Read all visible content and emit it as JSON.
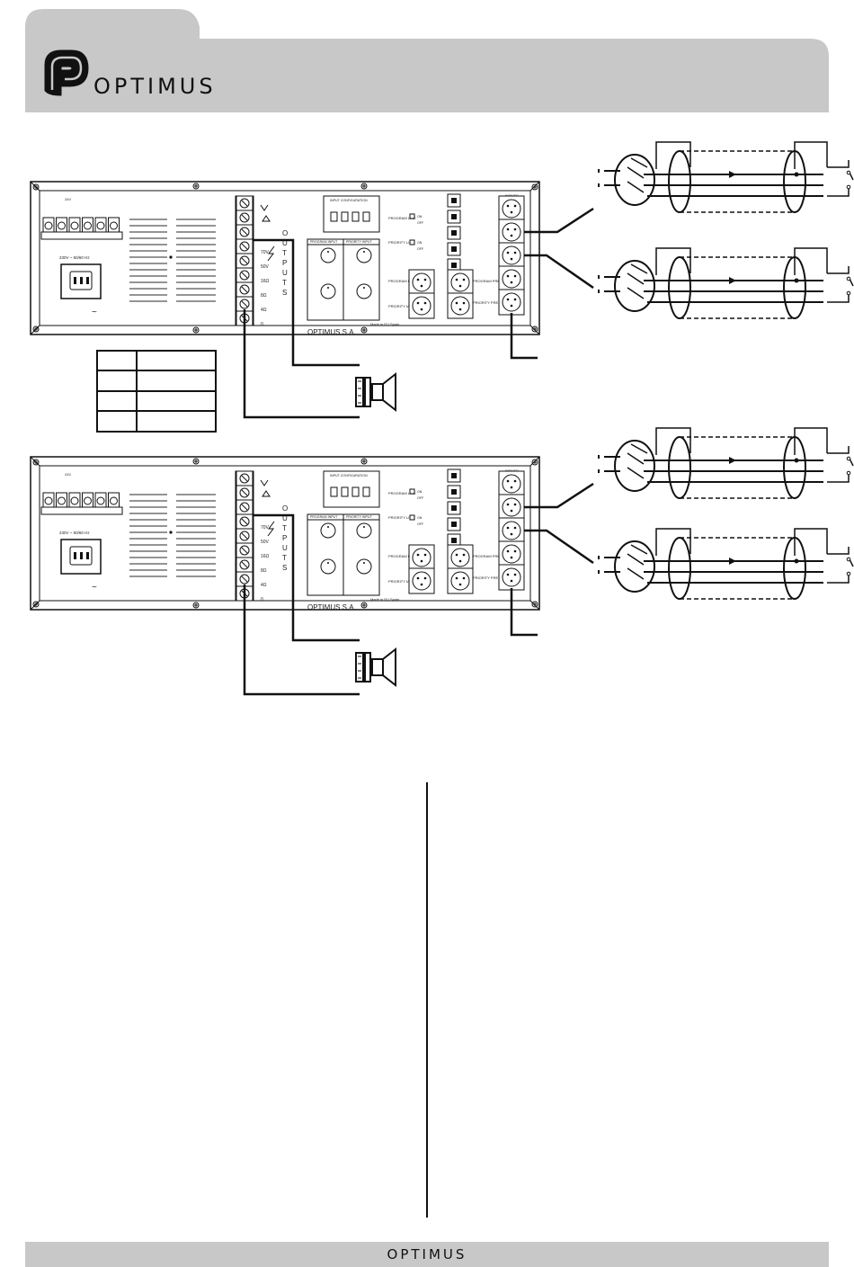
{
  "header": {
    "brand": "OPTIMUS"
  },
  "footer": {
    "brand": "OPTIMUS"
  },
  "amplifier": {
    "maker": "OPTIMUS S.A.",
    "made_in": "Made in EU Spain",
    "power_label": "230V ~ 50/60 Hz",
    "dc_label": "24V",
    "outputs_word": "OUTPUTS",
    "output_taps": [
      "70V",
      "50V",
      "16Ω",
      "8Ω",
      "4Ω",
      "0"
    ],
    "input_configuration": "INPUT CONFIGURATION",
    "program_input": "PROGRAM INPUT",
    "priority_input": "PRIORITY INPUT",
    "program_link": "PROGRAM LINK",
    "priority_link": "PRIORITY LINK",
    "program_main_in": "PROGRAM MAIN IN",
    "priority_main_in": "PRIORITY MAIN IN",
    "inputs": "INPUTS",
    "program_pre_out": "PROGRAM PRE OUT",
    "priority_pre_out": "PRIORITY PRE OUT",
    "on": "ON",
    "off": "OFF"
  },
  "table": {
    "rows": [
      "",
      "",
      "",
      ""
    ]
  }
}
